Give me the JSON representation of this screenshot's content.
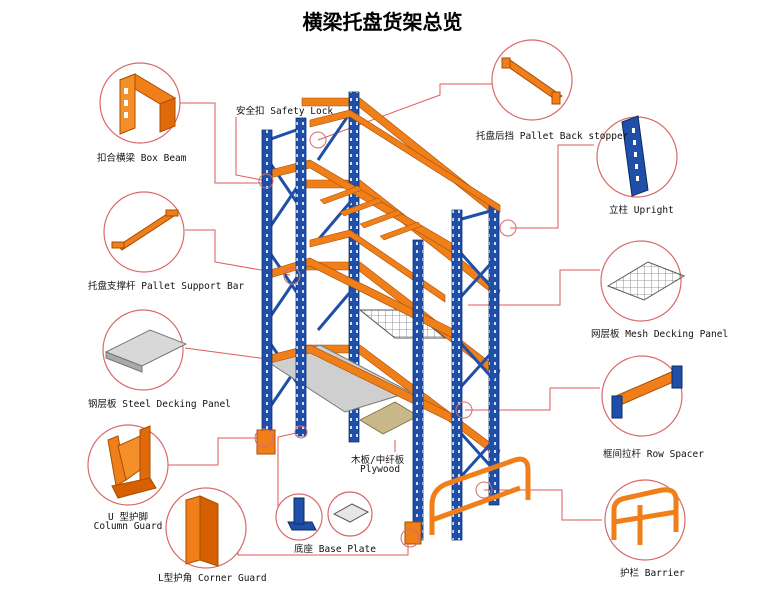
{
  "title": "横梁托盘货架总览",
  "colors": {
    "upright": "#1f4fa8",
    "beam": "#f07f1a",
    "leader": "#e05a5a",
    "circle_stroke": "#d96a6a"
  },
  "callouts": {
    "box_beam": "扣合横梁 Box Beam",
    "safety_lock": "安全扣 Safety Lock",
    "pallet_back_stopper": "托盘后挡 Pallet Back stopper",
    "upright": "立柱 Upright",
    "pallet_support_bar": "托盘支撑杆 Pallet Support Bar",
    "mesh_decking_panel": "网层板 Mesh Decking Panel",
    "steel_decking_panel": "钢层板 Steel Decking Panel",
    "row_spacer": "框间拉杆 Row Spacer",
    "plywood_cn": "木板/中纤板",
    "plywood_en": "Plywood",
    "column_guard_cn": "U 型护脚",
    "column_guard_en": "Column Guard",
    "base_plate": "底座 Base Plate",
    "corner_guard": "L型护角 Corner Guard",
    "barrier": "护栏 Barrier"
  }
}
